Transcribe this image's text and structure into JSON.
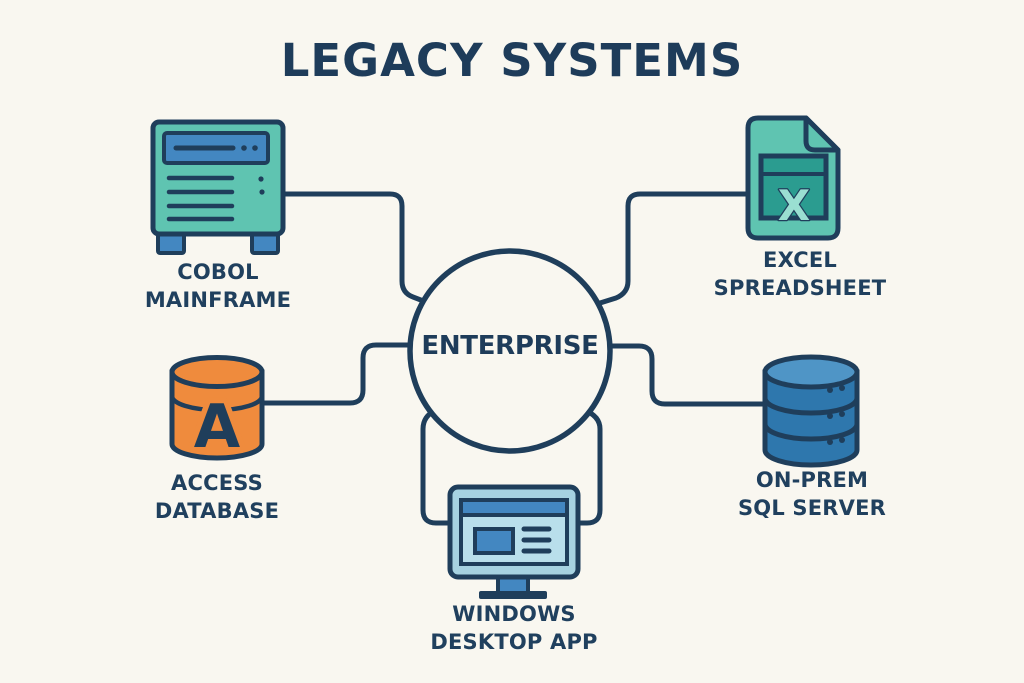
{
  "title": "LEGACY SYSTEMS",
  "center_node": {
    "label": "ENTERPRISE"
  },
  "nodes": [
    {
      "id": "cobol-mainframe",
      "icon": "mainframe-server-icon",
      "label_line1": "COBOL",
      "label_line2": "MAINFRAME"
    },
    {
      "id": "excel-spreadsheet",
      "icon": "excel-file-icon",
      "label_line1": "EXCEL",
      "label_line2": "SPREADSHEET",
      "glyph": "X"
    },
    {
      "id": "access-database",
      "icon": "database-cylinder-icon",
      "label_line1": "ACCESS",
      "label_line2": "DATABASE",
      "glyph": "A"
    },
    {
      "id": "on-prem-sql-server",
      "icon": "stacked-database-icon",
      "label_line1": "ON-PREM",
      "label_line2": "SQL SERVER"
    },
    {
      "id": "windows-desktop-app",
      "icon": "desktop-monitor-icon",
      "label_line1": "WINDOWS",
      "label_line2": "DESKTOP APP"
    }
  ],
  "colors": {
    "background": "#f9f7f0",
    "outline_navy": "#1f3e5b",
    "text_navy": "#20405e",
    "teal": "#5fc4b1",
    "teal_dark": "#2b9c90",
    "teal_light": "#9adfd2",
    "accent_blue": "#4387c1",
    "sql_blue": "#2e77ad",
    "sql_blue_light": "#4f95c6",
    "orange": "#ef8b3d",
    "monitor_bezel": "#a6d2e1",
    "monitor_screen": "#b9dfeb"
  }
}
